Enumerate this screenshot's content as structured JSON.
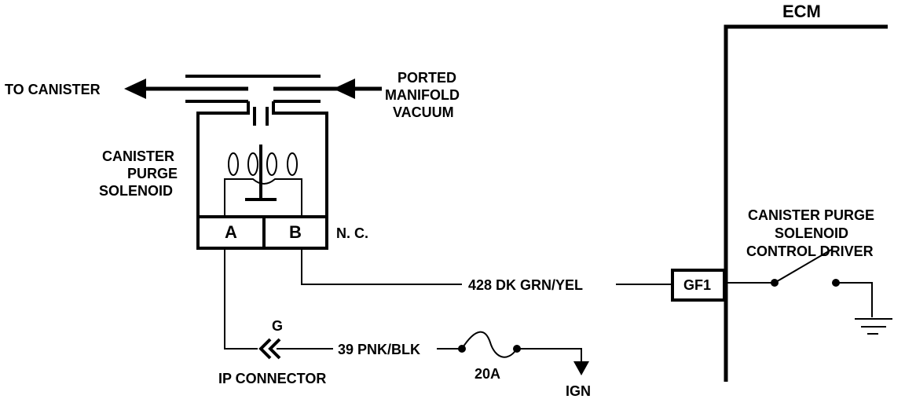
{
  "labels": {
    "ecm": "ECM",
    "to_canister": "TO CANISTER",
    "ported_manifold_vacuum": [
      "PORTED",
      "MANIFOLD",
      "VACUUM"
    ],
    "canister_purge_solenoid": [
      "CANISTER",
      "PURGE",
      "SOLENOID"
    ],
    "terminal_a": "A",
    "terminal_b": "B",
    "normally_closed": "N. C.",
    "wire_428": "428  DK GRN/YEL",
    "connector_gf1": "GF1",
    "control_driver": [
      "CANISTER PURGE",
      "SOLENOID",
      "CONTROL DRIVER"
    ],
    "ip_connector_pin": "G",
    "wire_39": "39  PNK/BLK",
    "ip_connector": "IP CONNECTOR",
    "fuse_rating": "20A",
    "ignition": "IGN"
  }
}
